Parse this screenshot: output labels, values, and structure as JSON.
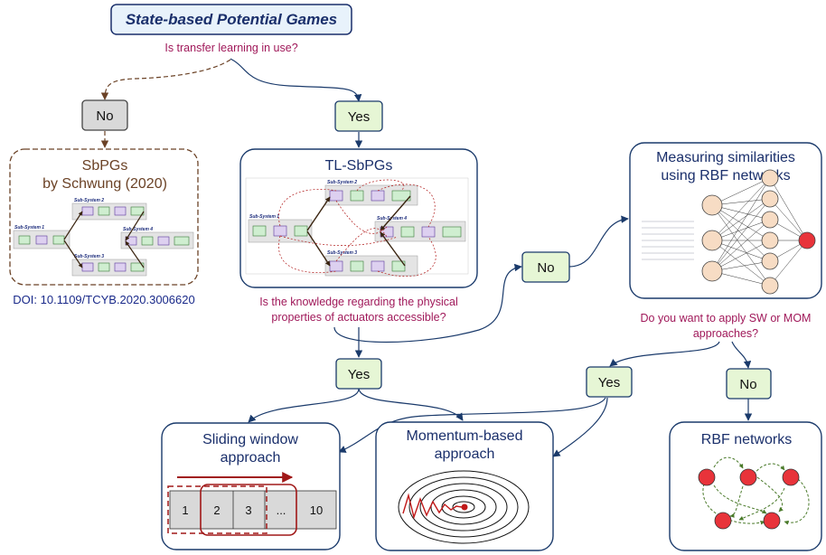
{
  "title": "State-based Potential Games",
  "q1": "Is transfer learning in use?",
  "no1": "No",
  "yes1": "Yes",
  "sbpgs": {
    "line1": "SbPGs",
    "line2": "by Schwung (2020)"
  },
  "doi": "DOI: 10.1109/TCYB.2020.3006620",
  "tlsbpgs": "TL-SbPGs",
  "q2": {
    "line1": "Is the knowledge regarding the physical",
    "line2": "properties of actuators accessible?"
  },
  "no2": "No",
  "similarity": {
    "line1": "Measuring similarities",
    "line2": "using RBF networks"
  },
  "q3": {
    "line1": "Do you want to apply SW or MOM",
    "line2": "approaches?"
  },
  "yes2": "Yes",
  "yes3": "Yes",
  "no3": "No",
  "sliding": {
    "line1": "Sliding window",
    "line2": "approach",
    "cells": [
      "1",
      "2",
      "3",
      "...",
      "10"
    ]
  },
  "momentum": {
    "line1": "Momentum-based",
    "line2": "approach"
  },
  "rbf": "RBF networks",
  "subsystems": {
    "s1": "Sub-System 1",
    "s2": "Sub-System 2",
    "s3": "Sub-System 3",
    "s4": "Sub-System 4"
  },
  "colors": {
    "dark_blue": "#1a3a6b",
    "brown": "#6b4226",
    "maroon": "#a0195a",
    "yes_fill": "#e6f6d5",
    "gray_fill": "#d9d9d9"
  }
}
